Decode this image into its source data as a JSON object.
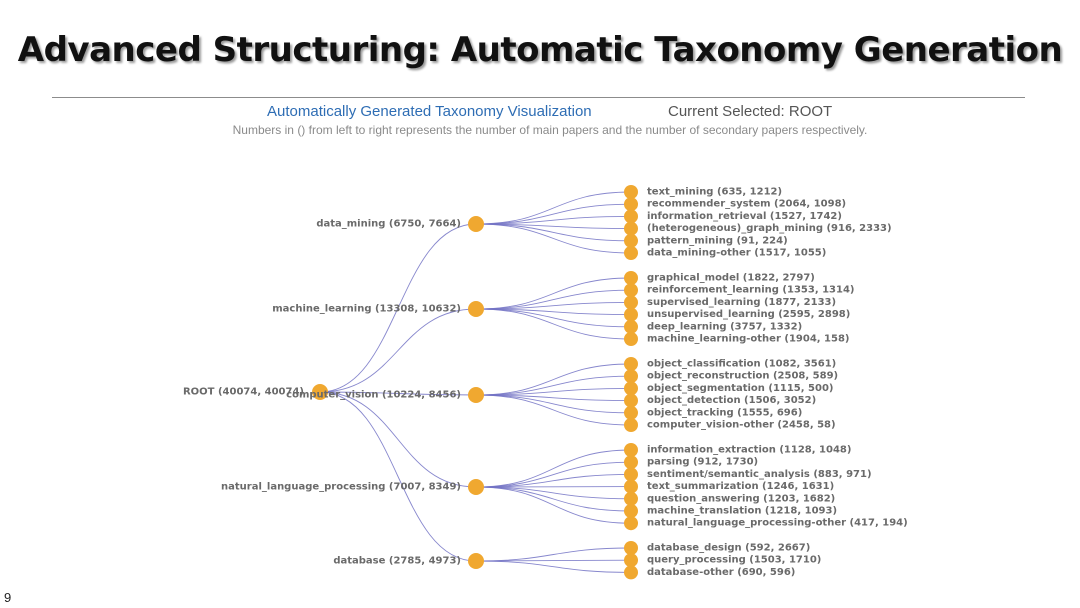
{
  "slide": {
    "title": "Advanced Structuring: Automatic Taxonomy Generation",
    "page_number": "9"
  },
  "viz": {
    "heading": "Automatically Generated Taxonomy Visualization",
    "current_selected": "Current Selected: ROOT",
    "note": "Numbers in () from left to right represents the number of main papers and the number of secondary papers respectively."
  },
  "colors": {
    "node": "#f0a830",
    "link": "#7272c4",
    "heading": "#2e6db4"
  },
  "taxonomy": {
    "name": "ROOT",
    "label": "ROOT (40074, 40074)",
    "children": [
      {
        "name": "data_mining",
        "label": "data_mining (6750, 7664)",
        "children": [
          {
            "label": "text_mining (635, 1212)"
          },
          {
            "label": "recommender_system (2064, 1098)"
          },
          {
            "label": "information_retrieval (1527, 1742)"
          },
          {
            "label": "(heterogeneous)_graph_mining (916, 2333)"
          },
          {
            "label": "pattern_mining (91, 224)"
          },
          {
            "label": "data_mining-other (1517, 1055)"
          }
        ]
      },
      {
        "name": "machine_learning",
        "label": "machine_learning (13308, 10632)",
        "children": [
          {
            "label": "graphical_model (1822, 2797)"
          },
          {
            "label": "reinforcement_learning (1353, 1314)"
          },
          {
            "label": "supervised_learning (1877, 2133)"
          },
          {
            "label": "unsupervised_learning (2595, 2898)"
          },
          {
            "label": "deep_learning (3757, 1332)"
          },
          {
            "label": "machine_learning-other (1904, 158)"
          }
        ]
      },
      {
        "name": "computer_vision",
        "label": "computer_vision (10224, 8456)",
        "children": [
          {
            "label": "object_classification (1082, 3561)"
          },
          {
            "label": "object_reconstruction (2508, 589)"
          },
          {
            "label": "object_segmentation (1115, 500)"
          },
          {
            "label": "object_detection (1506, 3052)"
          },
          {
            "label": "object_tracking (1555, 696)"
          },
          {
            "label": "computer_vision-other (2458, 58)"
          }
        ]
      },
      {
        "name": "natural_language_processing",
        "label": "natural_language_processing (7007, 8349)",
        "children": [
          {
            "label": "information_extraction (1128, 1048)"
          },
          {
            "label": "parsing (912, 1730)"
          },
          {
            "label": "sentiment/semantic_analysis (883, 971)"
          },
          {
            "label": "text_summarization (1246, 1631)"
          },
          {
            "label": "question_answering (1203, 1682)"
          },
          {
            "label": "machine_translation (1218, 1093)"
          },
          {
            "label": "natural_language_processing-other (417, 194)"
          }
        ]
      },
      {
        "name": "database",
        "label": "database (2785, 4973)",
        "children": [
          {
            "label": "database_design (592, 2667)"
          },
          {
            "label": "query_processing (1503, 1710)"
          },
          {
            "label": "database-other (690, 596)"
          }
        ]
      }
    ]
  }
}
